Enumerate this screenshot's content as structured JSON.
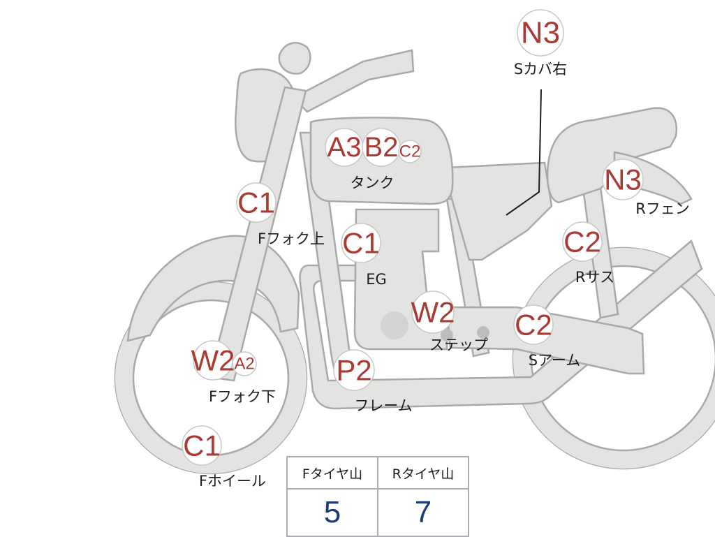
{
  "parts": [
    {
      "id": "sside-cover-right",
      "label": "Sカバ右",
      "grades": [
        {
          "code": "N3",
          "size": "large"
        }
      ]
    },
    {
      "id": "tank",
      "label": "タンク",
      "grades": [
        {
          "code": "A3",
          "size": "large"
        },
        {
          "code": "B2",
          "size": "large"
        },
        {
          "code": "C2",
          "size": "small"
        }
      ]
    },
    {
      "id": "front-fork-upper",
      "label": "Fフォク上",
      "grades": [
        {
          "code": "C1",
          "size": "large"
        }
      ]
    },
    {
      "id": "engine",
      "label": "EG",
      "grades": [
        {
          "code": "C1",
          "size": "large"
        }
      ]
    },
    {
      "id": "rear-fender",
      "label": "Rフェン",
      "grades": [
        {
          "code": "N3",
          "size": "large"
        }
      ]
    },
    {
      "id": "rear-suspension",
      "label": "Rサス",
      "grades": [
        {
          "code": "C2",
          "size": "large"
        }
      ]
    },
    {
      "id": "step",
      "label": "ステップ",
      "grades": [
        {
          "code": "W2",
          "size": "large"
        }
      ]
    },
    {
      "id": "swing-arm",
      "label": "Sアーム",
      "grades": [
        {
          "code": "C2",
          "size": "large"
        }
      ]
    },
    {
      "id": "front-fork-lower",
      "label": "Fフォク下",
      "grades": [
        {
          "code": "W2",
          "size": "large"
        },
        {
          "code": "A2",
          "size": "small"
        }
      ]
    },
    {
      "id": "frame",
      "label": "フレーム",
      "grades": [
        {
          "code": "P2",
          "size": "large"
        }
      ]
    },
    {
      "id": "front-wheel",
      "label": "Fホイール",
      "grades": [
        {
          "code": "C1",
          "size": "large"
        }
      ]
    }
  ],
  "tread_table": {
    "headers": [
      "Fタイヤ山",
      "Rタイヤ山"
    ],
    "values": [
      "5",
      "7"
    ]
  },
  "colors": {
    "grade_text": "#a93a34",
    "label_text": "#1c1c1c",
    "part_fill": "#e3e3e1",
    "part_outline": "#a9a9a7",
    "tread_value": "#1e3a78"
  }
}
